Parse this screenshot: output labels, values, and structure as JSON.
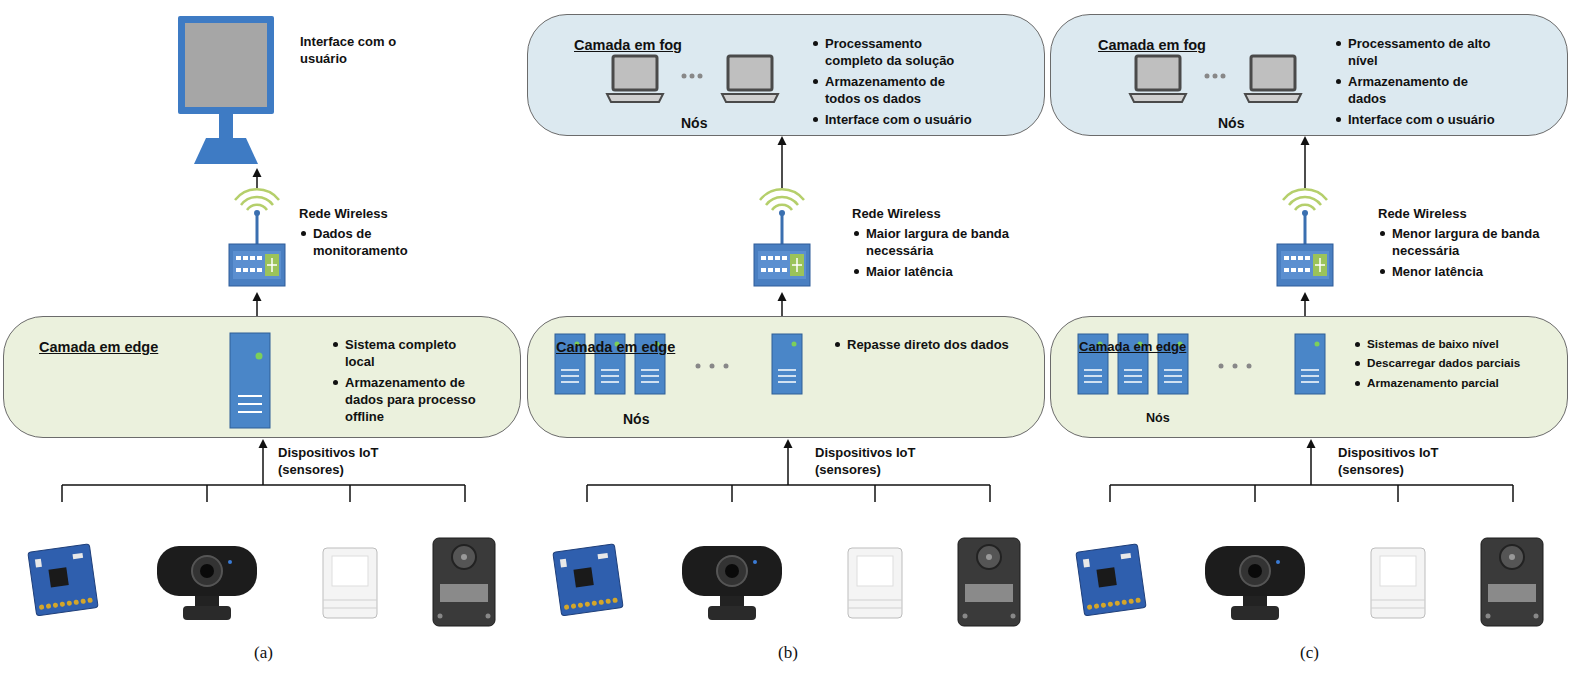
{
  "diagram": {
    "nodes": [
      {
        "text": [
          "Interface com o usuário"
        ]
      },
      {
        "text": [
          "Rede Wireless",
          "Dados de monitoramento"
        ]
      },
      {
        "text": [
          "Camada em edge",
          "Sistema completo local",
          "Armazenamento de dados para processo offline"
        ]
      },
      {
        "text": [
          "Camada em fog",
          "Processamento completo da solução",
          "Armazenamento de todos os dados",
          "Interface com o usuário",
          "Nós"
        ]
      },
      {
        "text": [
          "Rede Wireless",
          "Maior largura de banda necessária",
          "Maior latência"
        ]
      },
      {
        "text": [
          "Camada em edge",
          "Repasse direto dos dados",
          "Nós"
        ]
      },
      {
        "text": [
          "Camada em fog",
          "Processamento de alto nível",
          "Armazenamento de dados",
          "Interface com o usuário",
          "Nós"
        ]
      },
      {
        "text": [
          "Rede Wireless",
          "Menor largura de banda necessária",
          "Menor latência"
        ]
      },
      {
        "text": [
          "Camada em edge",
          "Sistemas de baixo nível",
          "Descarregar dados parciais",
          "Armazenamento parcial",
          "Nós"
        ]
      }
    ],
    "edges": [
      {
        "from": 2,
        "to": 1,
        "arrow": "to"
      },
      {
        "from": 1,
        "to": 0,
        "arrow": "to"
      },
      {
        "from": 5,
        "to": 4,
        "arrow": "to"
      },
      {
        "from": 4,
        "to": 3,
        "arrow": "to"
      },
      {
        "from": 8,
        "to": 7,
        "arrow": "to"
      },
      {
        "from": 7,
        "to": 6,
        "arrow": "to"
      }
    ],
    "labels": [
      "Dispositivos IoT (sensores)",
      "(a)",
      "Dispositivos IoT (sensores)",
      "(b)",
      "Dispositivos IoT (sensores)",
      "(c)"
    ]
  }
}
